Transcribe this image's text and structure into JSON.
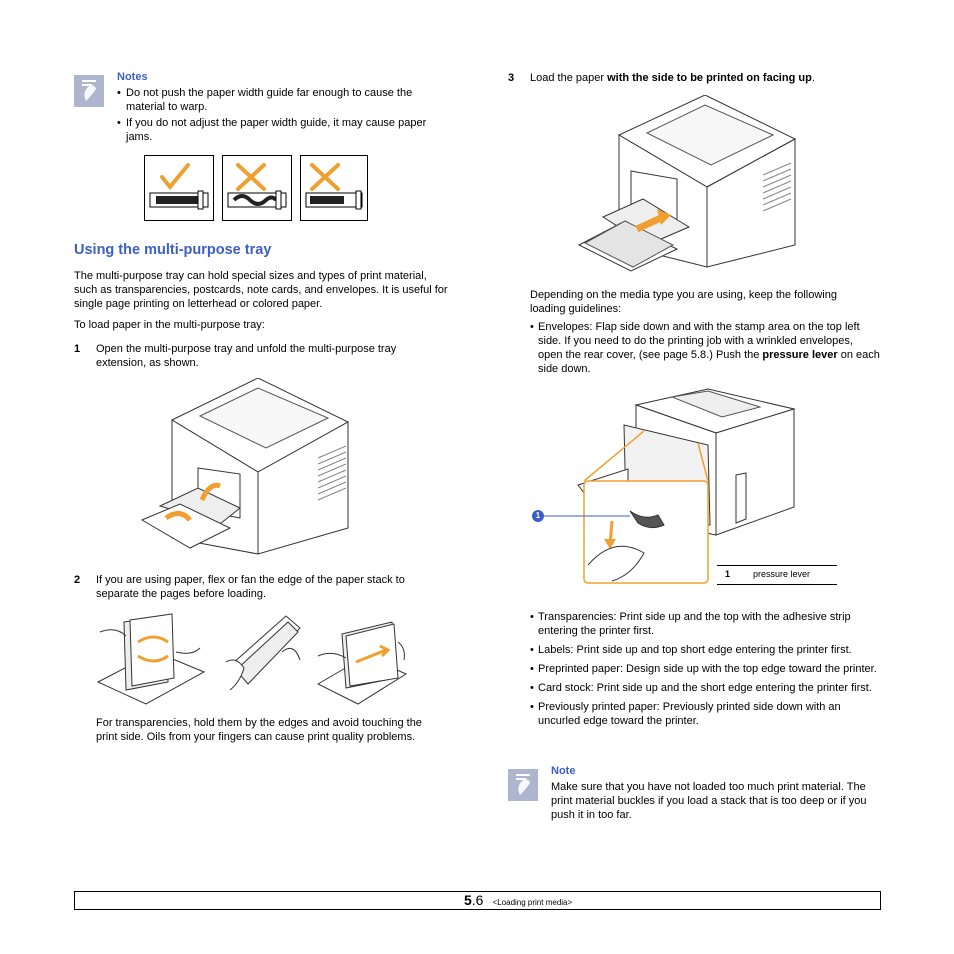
{
  "left": {
    "notes_title": "Notes",
    "notes": [
      "Do not push the paper width guide far enough to cause the material to warp.",
      "If you do not adjust the paper width guide, it may cause paper jams."
    ],
    "section_title": "Using the multi-purpose tray",
    "intro": "The multi-purpose tray can hold special sizes and types of print material, such as transparencies, postcards, note cards, and envelopes. It is useful for single page printing on letterhead or colored paper.",
    "to_load": "To load paper in the multi-purpose tray:",
    "step1_num": "1",
    "step1": "Open the multi-purpose tray and unfold the multi-purpose tray extension, as shown.",
    "step2_num": "2",
    "step2": "If you are using paper, flex or fan the edge of the paper stack to separate the pages before loading.",
    "transparency_text": "For transparencies, hold them by the edges and avoid touching the print side. Oils from your fingers can cause print quality problems."
  },
  "right": {
    "step3_num": "3",
    "step3_pre": "Load the paper ",
    "step3_bold": "with the side to be printed on facing up",
    "step3_post": ".",
    "guidelines_intro": "Depending on the media type you are using, keep the following loading guidelines:",
    "envelopes_pre": "Envelopes: Flap side down and with the stamp area on the top left side. If you need to do the printing job with a wrinkled envelopes, open the rear cover, (see page 5.8.) Push the ",
    "envelopes_bold": "pressure lever",
    "envelopes_post": " on each side down.",
    "callout_num": "1",
    "callout_label": "pressure lever",
    "bullets": [
      "Transparencies: Print side up and the top with the adhesive strip entering the printer first.",
      "Labels: Print side up and top short edge entering the printer first.",
      "Preprinted paper: Design side up with the top edge toward the printer.",
      "Card stock: Print side up and the short edge entering the printer first.",
      "Previously printed paper: Previously printed side down with an uncurled edge toward the printer."
    ],
    "note_title": "Note",
    "note_text": "Make sure that you have not loaded too much print material. The print material buckles if you load a stack that is too deep or if you push it in too far."
  },
  "footer": {
    "page_major": "5",
    "page_minor": ".6",
    "chapter": "<Loading print media>"
  },
  "colors": {
    "heading_blue": "#3b5fc5",
    "accent_orange": "#f0a030"
  }
}
